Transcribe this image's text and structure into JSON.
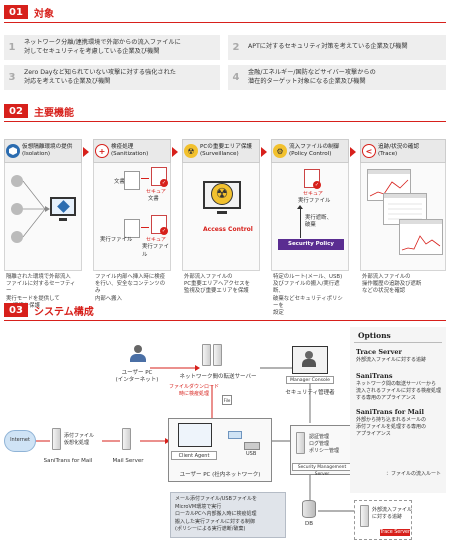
{
  "sections": {
    "s01": {
      "num": "01",
      "title": "対象"
    },
    "s02": {
      "num": "02",
      "title": "主要機能"
    },
    "s03": {
      "num": "03",
      "title": "システム構成"
    }
  },
  "targets": [
    {
      "num": "1",
      "text1": "ネットワーク分離/連携環境で外部からの流入ファイルに",
      "text2": "対してセキュリティを考慮している企業及び機関"
    },
    {
      "num": "2",
      "text1": "APTに対するセキュリティ対策を考えている企業及び機関",
      "text2": ""
    },
    {
      "num": "3",
      "text1": "Zero Dayなど知られていない攻撃に対する強化された",
      "text2": "対応を考えている企業及び機関"
    },
    {
      "num": "4",
      "text1": "金融/エネルギー/国防などサイバー攻撃からの",
      "text2": "潜在的ターゲット対象になる企業及び機関"
    }
  ],
  "functions": [
    {
      "title": "仮想隔離環境の提供",
      "sub": "(Isolation)",
      "desc": [
        "隔離された環境で外部流入",
        "ファイルに対するセーフティー",
        "実行モードを提供して",
        "PC環境を保護"
      ]
    },
    {
      "title": "検疫処理",
      "sub": "(Sanitization)",
      "desc": [
        "ファイル内部へ挿入時に検疫",
        "を行い、安全なコンテンツのみ",
        "内部へ搬入"
      ]
    },
    {
      "title": "PCの重要エリア保護",
      "sub": "(Surveillance)",
      "desc": [
        "外部流入ファイルの",
        "PC重要エリアへアクセスを",
        "監視及び重要エリアを保護"
      ]
    },
    {
      "title": "流入ファイルの制御",
      "sub": "(Policy Control)",
      "desc": [
        "特定のルート(メール、USB)",
        "及びファイルの搬入/実行遮断、",
        "破棄などセキュリティポリシーを",
        "設定"
      ]
    },
    {
      "title": "追跡/状況の確認",
      "sub": "(Trace)",
      "desc": [
        "外部流入ファイルの",
        "操作履歴の追跡及び遮断",
        "などの状況を確認"
      ]
    }
  ],
  "sanitization": {
    "doc": "文書",
    "secure_doc_1": "セキュア",
    "secure_doc_2": "文書",
    "exe": "実行ファイル",
    "secure_exe_1": "セキュア",
    "secure_exe_2": "実行ファイル"
  },
  "surveillance": {
    "label": "Access Control"
  },
  "policy": {
    "secure_1": "セキュア",
    "secure_2": "実行ファイル",
    "block_1": "実行遮断、",
    "block_2": "破棄",
    "label": "Security Policy"
  },
  "diagram": {
    "internet": "Internet",
    "sanitrans_mail": "SaniTrans for Mail",
    "attach_1": "添付ファイル",
    "attach_2": "仮想化処理",
    "mail_server": "Mail Server",
    "user_pc_inet_1": "ユーザー PC",
    "user_pc_inet_2": "(インターネット)",
    "transfer_server": "ネットワーク間の転送サーバー",
    "download_1": "ファイルダウンロード",
    "download_2": "時に検疫処理",
    "file": "File",
    "client_agent": "Client Agent",
    "usb": "USB",
    "user_pc_int": "ユーザー PC (社内ネットワーク)",
    "manager_console": "Manager Console",
    "sec_admin": "セキュリティ管理者",
    "auth_1": "認証管理",
    "auth_2": "ログ管理",
    "auth_3": "ポリシー管理",
    "sms": "Security Management Server",
    "db": "DB",
    "trace_server": "Trace Server",
    "trace_box_1": "外部流入ファイル",
    "trace_box_2": "に対する追跡",
    "bubble": [
      "メール添付ファイル/USBファイルを",
      "MicroVM環境で実行",
      "ローカルPCへ内部搬入時に検疫処理",
      "搬入した実行ファイルに対する制御",
      "(ポリシーによる実行遮断/破棄)"
    ]
  },
  "options": {
    "title": "Options",
    "items": [
      {
        "name": "Trace Server",
        "desc": [
          "外部流入ファイルに対する追跡"
        ]
      },
      {
        "name": "SaniTrans",
        "desc": [
          "ネットワーク間の転送サーバーから",
          "流入されるファイルに対する検疫処理",
          "する専用のアプライアンス"
        ]
      },
      {
        "name": "SaniTrans for Mail",
        "desc": [
          "外部から持ち込まれるメールの",
          "添付ファイルを処理する専用の",
          "アプライアンス"
        ]
      }
    ],
    "legend": "：ファイルの流入ルート"
  },
  "colors": {
    "accent": "#d7201b",
    "purple": "#5a2d91",
    "gray_box": "#eeeeee"
  }
}
